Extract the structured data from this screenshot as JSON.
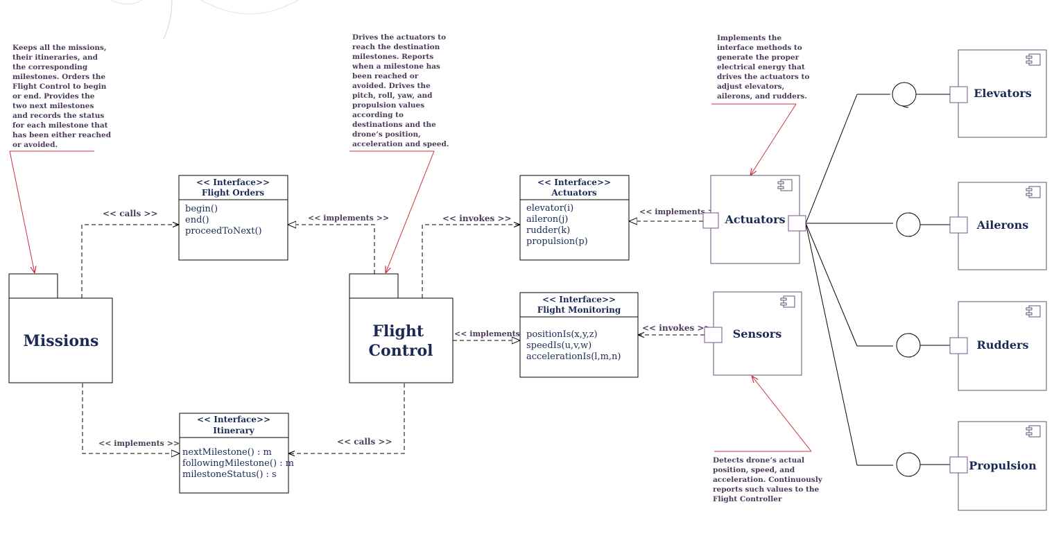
{
  "notes": {
    "missions": [
      "Keeps all the missions,",
      "their itineraries, and",
      "the corresponding",
      "milestones. Orders the",
      "Flight Control to begin",
      "or end. Provides the",
      "two next milestones",
      "and records the status",
      "for each milestone that",
      "has been either reached",
      "or avoided."
    ],
    "flight_control": [
      "Drives the actuators to",
      "reach the destination",
      "milestones. Reports",
      "when a milestone has",
      "been reached or",
      "avoided. Drives the",
      "pitch, roll, yaw, and",
      "propulsion values",
      "according to",
      "destinations and the",
      "drone’s position,",
      "acceleration and speed."
    ],
    "actuators": [
      "Implements the",
      "interface methods to",
      "generate the proper",
      "electrical energy that",
      "drives the actuators to",
      "adjust elevators,",
      "ailerons, and rudders."
    ],
    "sensors": [
      "Detects drone’s actual",
      "position, speed, and",
      "acceleration. Continuously",
      "reports such values to the",
      "Flight Controller"
    ]
  },
  "interfaces": {
    "flight_orders": {
      "stereotype": "<< Interface>>",
      "name": "Flight Orders",
      "ops": [
        "begin()",
        "end()",
        "proceedToNext()"
      ]
    },
    "itinerary": {
      "stereotype": "<< Interface>>",
      "name": "Itinerary",
      "ops": [
        "nextMilestone() : m",
        "followingMilestone() : m",
        "milestoneStatus() : s"
      ]
    },
    "actuators": {
      "stereotype": "<< Interface>>",
      "name": "Actuators",
      "ops": [
        "elevator(i)",
        "aileron(j)",
        "rudder(k)",
        "propulsion(p)"
      ]
    },
    "flight_monitoring": {
      "stereotype": "<< Interface>>",
      "name": "Flight Monitoring",
      "ops": [
        "positionIs(x,y,z)",
        "speedIs(u,v,w)",
        "accelerationIs(l,m,n)"
      ]
    }
  },
  "packages": {
    "missions": [
      "Missions"
    ],
    "flight_control": [
      "Flight",
      "Control"
    ]
  },
  "components": {
    "actuators": "Actuators",
    "sensors": "Sensors",
    "elevators": "Elevators",
    "ailerons": "Ailerons",
    "rudders": "Rudders",
    "propulsion": "Propulsion"
  },
  "relations": {
    "missions_calls": "<< calls >>",
    "fc_implements_orders": "<< implements >>",
    "fc_invokes": "<< invokes >>",
    "act_implements": "<< implements >>",
    "fc_implements_monitoring": "<< implements >>",
    "sensors_invokes": "<< invokes >>",
    "missions_implements": "<< implements >>",
    "fc_calls": "<< calls >>"
  },
  "colors": {
    "text": "#1b2a55",
    "note": "#4d3a58",
    "note_line": "#c8323c",
    "port": "#7a4f8a"
  }
}
